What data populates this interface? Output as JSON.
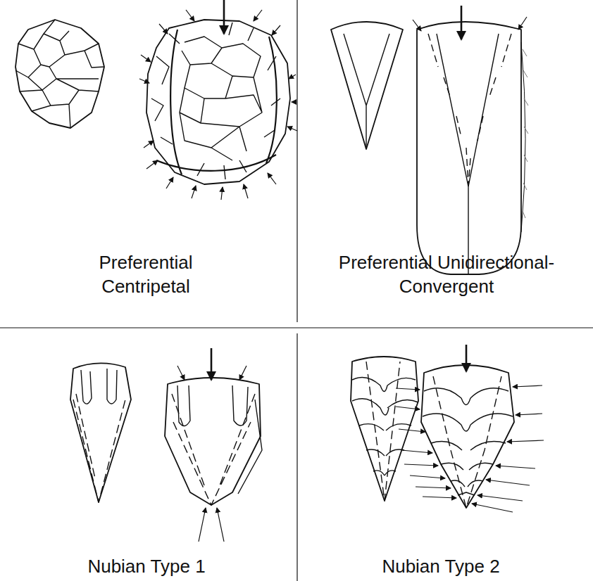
{
  "diagram": {
    "labels": [
      "Preferential Centripetal",
      "Preferential Unidirectional-Convergent",
      "Nubian Type 1",
      "Nubian Type 2"
    ]
  }
}
